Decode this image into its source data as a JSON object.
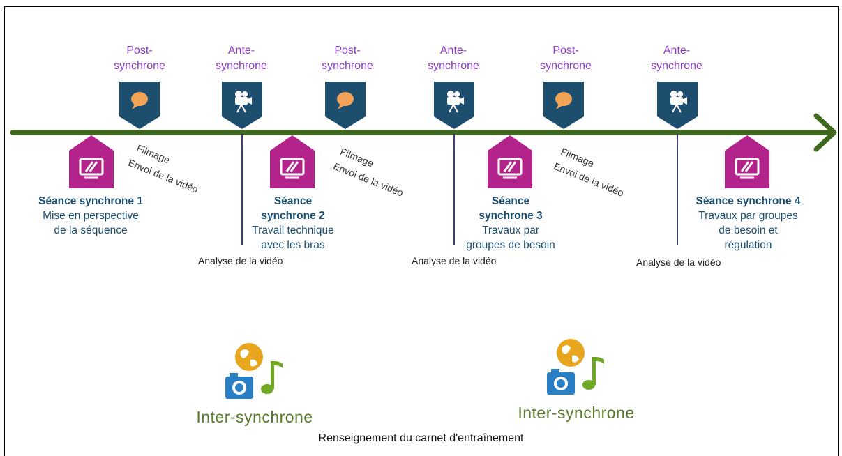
{
  "phases": [
    {
      "line1": "Post-",
      "line2": "synchrone",
      "icon": "speech-bubble-icon"
    },
    {
      "line1": "Ante-",
      "line2": "synchrone",
      "icon": "film-camera-icon"
    },
    {
      "line1": "Post-",
      "line2": "synchrone",
      "icon": "speech-bubble-icon"
    },
    {
      "line1": "Ante-",
      "line2": "synchrone",
      "icon": "film-camera-icon"
    },
    {
      "line1": "Post-",
      "line2": "synchrone",
      "icon": "speech-bubble-icon"
    },
    {
      "line1": "Ante-",
      "line2": "synchrone",
      "icon": "film-camera-icon"
    }
  ],
  "sessions": [
    {
      "title": "Séance synchrone 1",
      "desc_lines": [
        "Mise en perspective",
        "de la séquence"
      ]
    },
    {
      "title_lines": [
        "Séance",
        "synchrone 2"
      ],
      "desc_lines": [
        "Travail technique",
        "avec les bras"
      ]
    },
    {
      "title_lines": [
        "Séance",
        "synchrone 3"
      ],
      "desc_lines": [
        "Travaux par",
        "groupes de besoin"
      ]
    },
    {
      "title": "Séance synchrone 4",
      "desc_lines": [
        "Travaux par groupes",
        "de besoin et",
        "régulation"
      ]
    }
  ],
  "diagonal_labels": [
    {
      "line1": "Filmage",
      "line2": "Envoi de la vidéo"
    },
    {
      "line1": "Filmage",
      "line2": "Envoi de la vidéo"
    },
    {
      "line1": "Filmage",
      "line2": "Envoi de la vidéo"
    }
  ],
  "analyse_labels": [
    "Analyse de la vidéo",
    "Analyse de la vidéo",
    "Analyse de la vidéo"
  ],
  "inter": [
    {
      "label": "Inter-synchrone"
    },
    {
      "label": "Inter-synchrone"
    }
  ],
  "footer": "Renseignement du carnet d'entraînement",
  "colors": {
    "timeline": "#3f6a1e",
    "banner": "#1d4e6e",
    "home": "#b2248b",
    "phase_text": "#8e3cc8",
    "session_text": "#1b4f72",
    "inter_text": "#5a7a2c",
    "globe": "#e8a51e",
    "camera": "#2a7fc4",
    "note": "#6fa825"
  }
}
